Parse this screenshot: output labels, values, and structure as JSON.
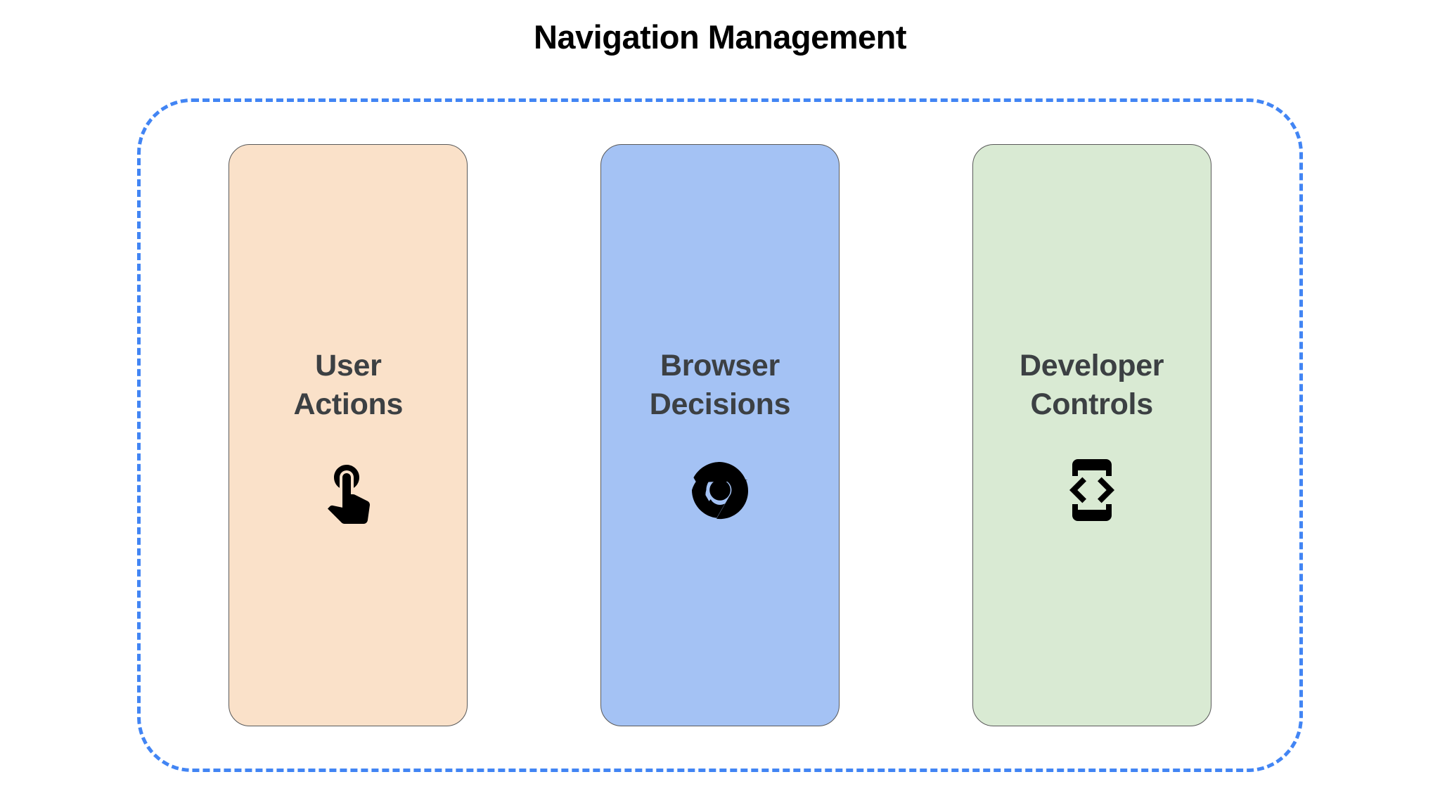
{
  "page": {
    "title": "Navigation Management",
    "background_color": "#ffffff"
  },
  "group": {
    "name": "navigation-management-group",
    "border_style": "dashed",
    "border_color": "#4285f4"
  },
  "cards": [
    {
      "id": "user-actions",
      "title": "User\nActions",
      "title_line1": "User",
      "title_line2": "Actions",
      "fill_color": "#fae1c9",
      "border_color": "#595959",
      "text_color": "#3c4043",
      "icon": "touch-app-icon",
      "icon_color": "#000000"
    },
    {
      "id": "browser-decisions",
      "title": "Browser\nDecisions",
      "title_line1": "Browser",
      "title_line2": "Decisions",
      "fill_color": "#a4c2f4",
      "border_color": "#595959",
      "text_color": "#3c4043",
      "icon": "chrome-logo-icon",
      "icon_color": "#000000"
    },
    {
      "id": "developer-controls",
      "title": "Developer\nControls",
      "title_line1": "Developer",
      "title_line2": "Controls",
      "fill_color": "#d9ead3",
      "border_color": "#595959",
      "text_color": "#3c4043",
      "icon": "developer-mode-icon",
      "icon_color": "#000000"
    }
  ]
}
